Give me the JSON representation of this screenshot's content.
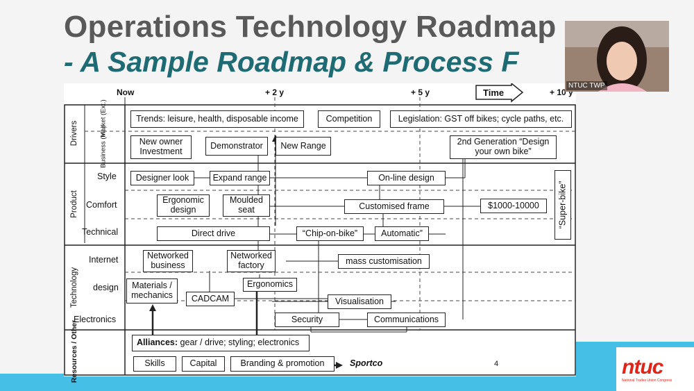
{
  "slide": {
    "title_line1": "Operations Technology Roadmap",
    "title_line2": "- A Sample Roadmap & Process F",
    "page_number": "4"
  },
  "timeline": {
    "now": "Now",
    "plus2": "+ 2 y",
    "plus5": "+ 5 y",
    "time": "Time",
    "plus10": "+ 10 y"
  },
  "rows": {
    "drivers": "Drivers",
    "market": "Market (Ext.)",
    "business": "Business (Int.)",
    "product": "Product",
    "style": "Style",
    "comfort": "Comfort",
    "technical": "Technical",
    "technology": "Technology",
    "internet": "Internet",
    "design": "design",
    "electronics": "Electronics",
    "resources": "Resources / Other"
  },
  "boxes": {
    "trends": "Trends: leisure, health, disposable income",
    "competition": "Competition",
    "legislation": "Legislation: GST off bikes; cycle paths, etc.",
    "new_owner": "New owner Investment",
    "demonstrator": "Demonstrator",
    "new_range": "New Range",
    "second_gen": "2nd Generation “Design your own bike”",
    "designer_look": "Designer look",
    "expand_range": "Expand range",
    "online_design": "On-line design",
    "ergonomic_design": "Ergonomic design",
    "moulded_seat": "Moulded seat",
    "customised_frame": "Customised frame",
    "price": "$1000-10000",
    "super_bike": "“Super-bike”",
    "direct_drive": "Direct drive",
    "chip_on_bike": "“Chip-on-bike”",
    "automatic": "Automatic”",
    "networked_business": "Networked business",
    "networked_factory": "Networked factory",
    "mass_customisation": "mass customisation",
    "materials": "Materials / mechanics",
    "cadcam": "CADCAM",
    "ergonomics": "Ergonomics",
    "visualisation": "Visualisation",
    "security": "Security",
    "communications": "Communications",
    "alliances_bold": "Alliances:",
    "alliances_rest": " gear / drive; styling; electronics",
    "skills": "Skills",
    "capital": "Capital",
    "branding": "Branding & promotion",
    "sportco": "Sportco"
  },
  "webcam": {
    "name": "NTUC TWP"
  },
  "logo": {
    "text": "ntuc",
    "subtitle": "National Trades Union Congress"
  }
}
